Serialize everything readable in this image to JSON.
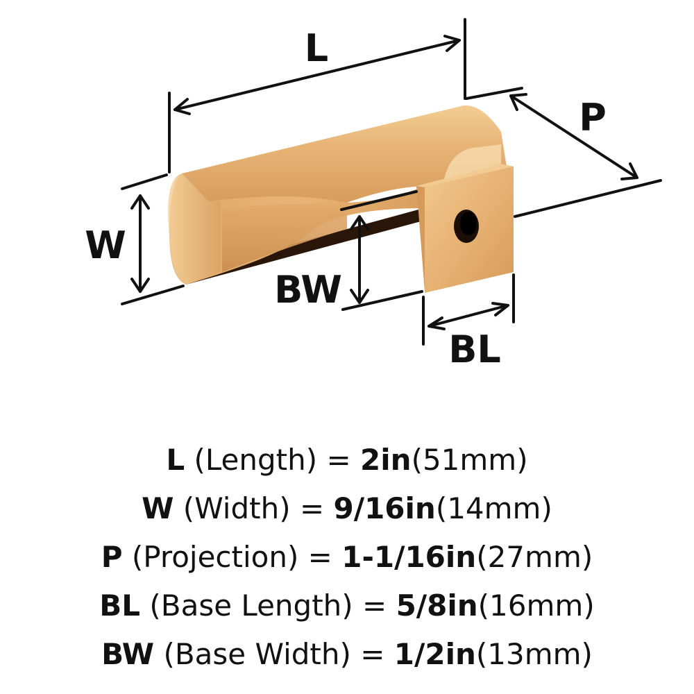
{
  "diagram": {
    "labels": {
      "length": "L",
      "width": "W",
      "projection": "P",
      "base_width": "BW",
      "base_length": "BL"
    },
    "colors": {
      "brass_light": "#f2c98e",
      "brass_mid": "#dca266",
      "brass_dark": "#b27a3a",
      "hole": "#1a0e06",
      "lines": "#111111"
    }
  },
  "specs": [
    {
      "code": "L",
      "name": " (Length) = ",
      "imperial": "2in",
      "metric": "(51mm)"
    },
    {
      "code": "W",
      "name": " (Width) = ",
      "imperial": "9/16in",
      "metric": "(14mm)"
    },
    {
      "code": "P",
      "name": " (Projection) = ",
      "imperial": "1-1/16in",
      "metric": "(27mm)"
    },
    {
      "code": "BL",
      "name": " (Base Length) = ",
      "imperial": "5/8in",
      "metric": "(16mm)"
    },
    {
      "code": "BW",
      "name": " (Base Width) = ",
      "imperial": "1/2in",
      "metric": "(13mm)"
    }
  ]
}
